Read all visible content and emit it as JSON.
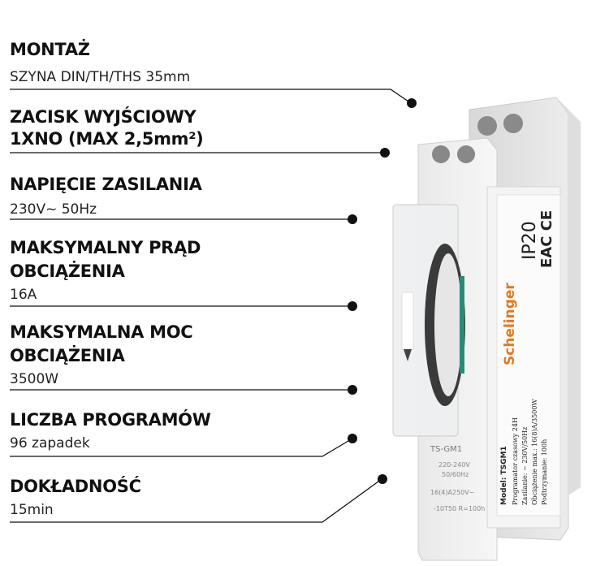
{
  "specs": [
    {
      "title": [
        "MONTAŻ"
      ],
      "value": "SZYNA DIN/TH/THS 35mm"
    },
    {
      "title": [
        "ZACISK WYJŚCIOWY",
        "1XNO (MAX 2,5mm²)"
      ],
      "value": ""
    },
    {
      "title": [
        "NAPIĘCIE ZASILANIA"
      ],
      "value": "230V~ 50Hz"
    },
    {
      "title": [
        "MAKSYMALNY PRĄD",
        "OBCIĄŻENIA"
      ],
      "value": "16A"
    },
    {
      "title": [
        "MAKSYMALNA MOC",
        "OBCIĄŻENIA"
      ],
      "value": "3500W"
    },
    {
      "title": [
        "LICZBA PROGRAMÓW"
      ],
      "value": "96 zapadek"
    },
    {
      "title": [
        "DOKŁADNOŚĆ"
      ],
      "value": "15min"
    }
  ],
  "device": {
    "brand": "Schelinger",
    "ip": "IP20",
    "marks": "EAC  CE",
    "model": "Model: TSGM1",
    "label_lines": [
      "Programator czasowy 24H",
      "Zasilanie: ~ 230V/50Hz",
      "Obciążenie max.: 16(8)A/3500W",
      "Podtrzymanie: 100h"
    ],
    "front_model": "TS-GM1",
    "front_voltage": "220-240V",
    "front_freq": "50/60Hz",
    "front_rating": "16(4)A250V~",
    "front_temp": "-10T50  R=100h",
    "brand_color": "#e07a1f"
  }
}
